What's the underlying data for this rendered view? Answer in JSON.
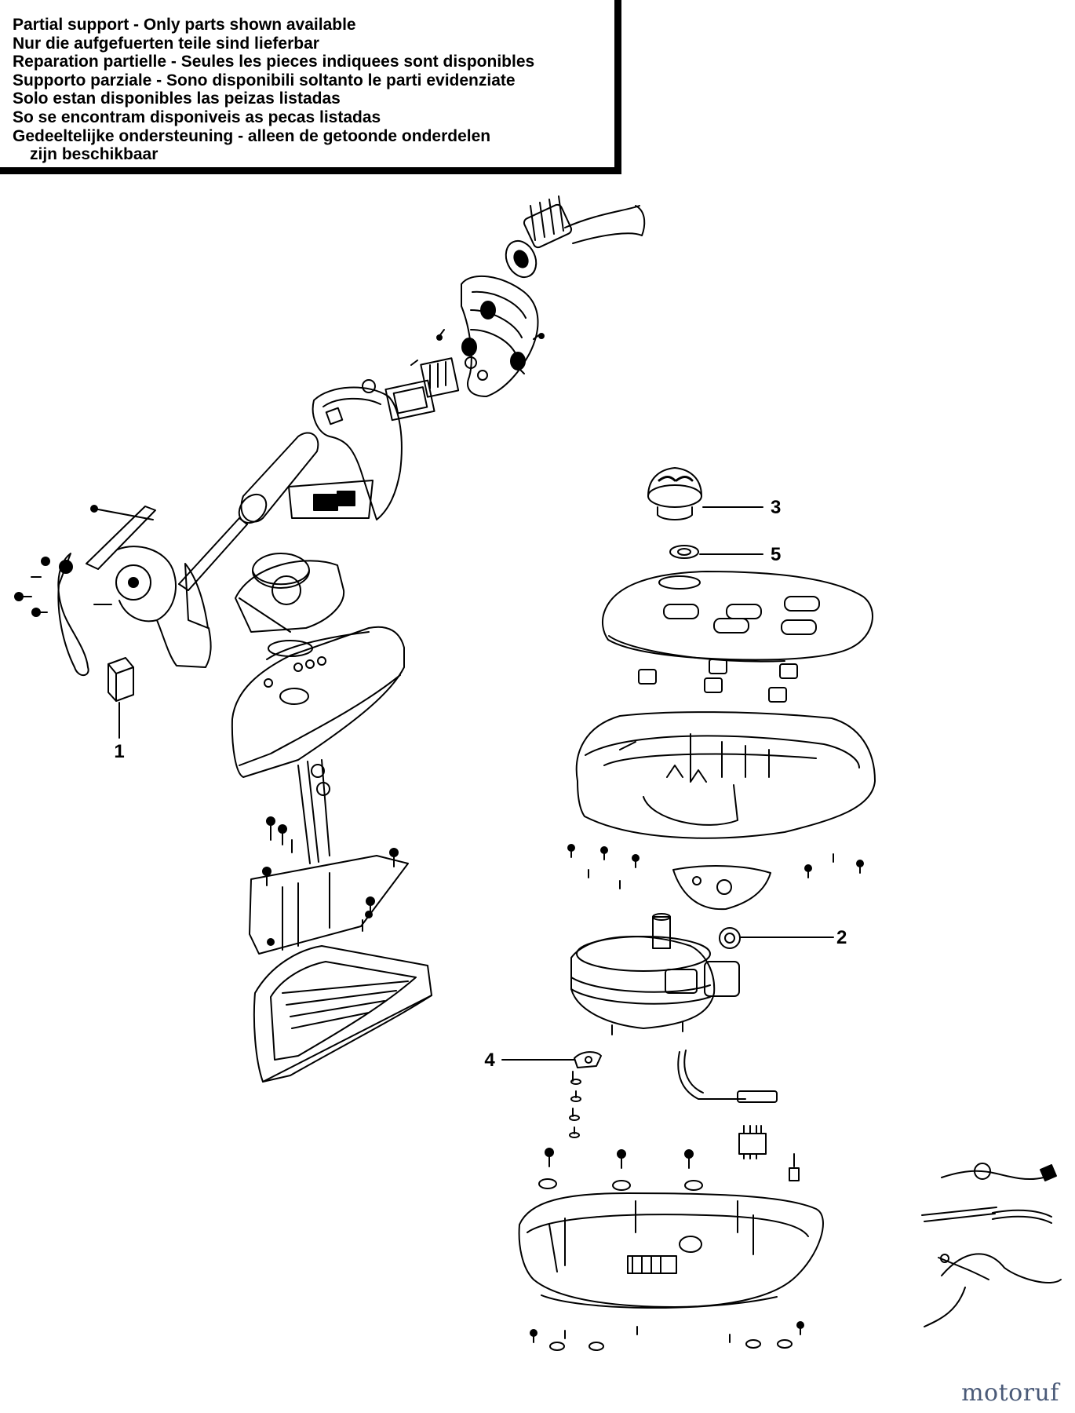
{
  "notice": {
    "lines": [
      "Partial support - Only parts shown available",
      "Nur die aufgefuerten teile sind lieferbar",
      "Reparation partielle - Seules les pieces indiquees sont disponibles",
      "Supporto parziale - Sono disponibili soltanto le parti evidenziate",
      "Solo estan disponibles las peizas listadas",
      "So se encontram disponiveis as pecas listadas",
      "Gedeeltelijke ondersteuning - alleen de getoonde onderdelen",
      "zijn beschikbaar"
    ]
  },
  "callouts": [
    {
      "label": "1",
      "part": "transformer-block"
    },
    {
      "label": "2",
      "part": "indicator-lamp"
    },
    {
      "label": "3",
      "part": "filler-cap"
    },
    {
      "label": "4",
      "part": "thermostat"
    },
    {
      "label": "5",
      "part": "cap-seal"
    }
  ],
  "brand": {
    "name": "motoruf"
  },
  "colors": {
    "line": "#000000",
    "background": "#ffffff",
    "brand": "#4a5a78"
  }
}
